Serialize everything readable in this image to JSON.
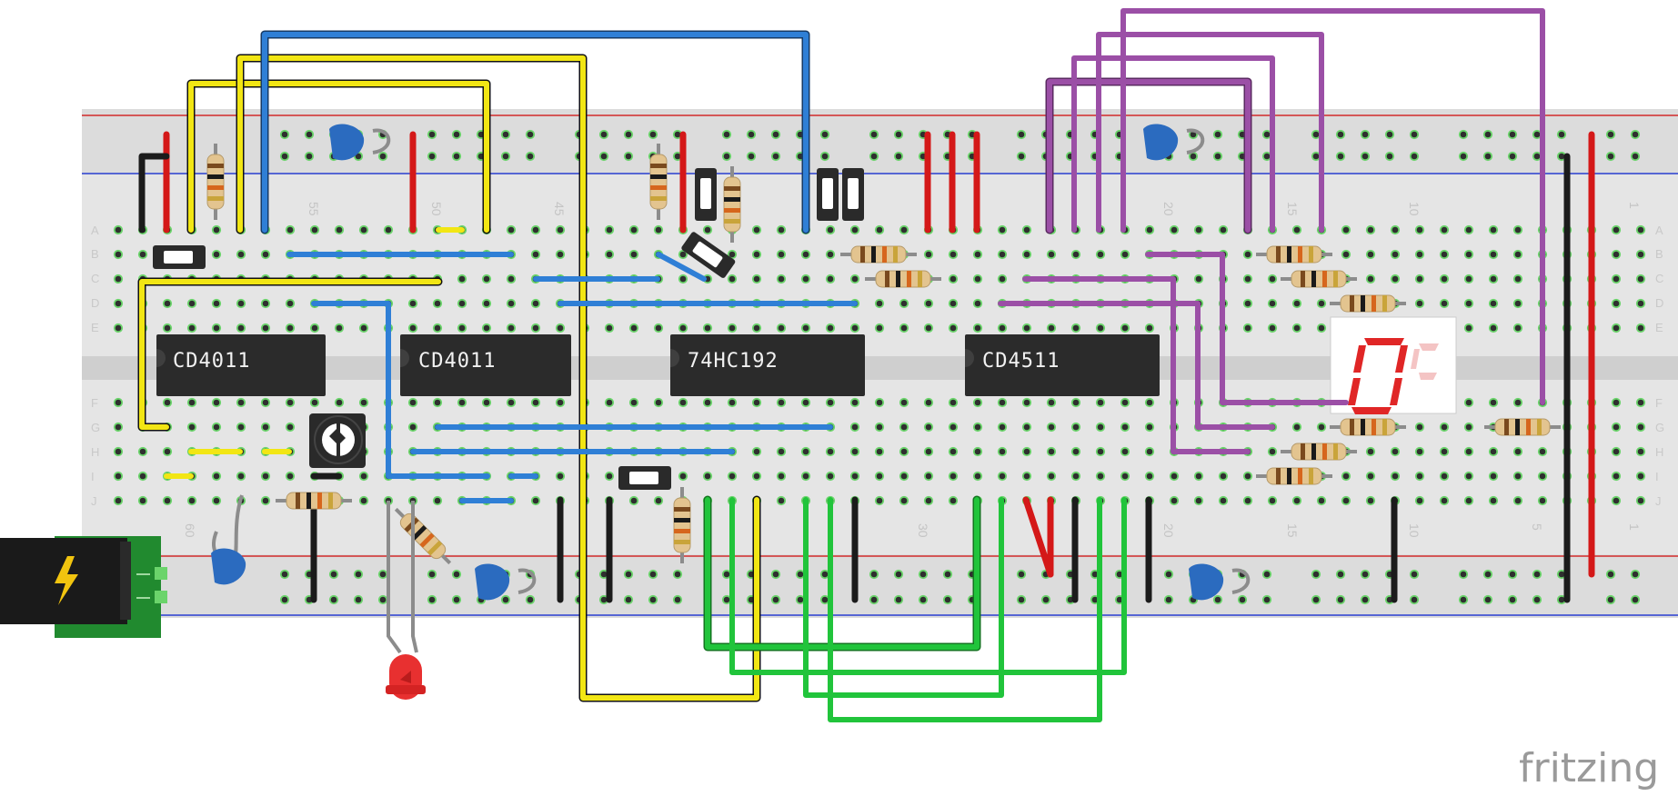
{
  "app": {
    "brand": "fritzing"
  },
  "breadboard": {
    "row_letters_left": [
      "A",
      "B",
      "C",
      "D",
      "E",
      "F",
      "G",
      "H",
      "I",
      "J"
    ],
    "row_letters_right": [
      "A",
      "B",
      "C",
      "D",
      "E",
      "F",
      "G",
      "H",
      "I",
      "J"
    ],
    "column_numbers_top": [
      "55",
      "50",
      "45",
      "20",
      "15",
      "10",
      "1"
    ],
    "column_numbers_bottom": [
      "60",
      "30",
      "20",
      "15",
      "10",
      "5",
      "1"
    ]
  },
  "chips": [
    {
      "label": "CD4011"
    },
    {
      "label": "CD4011"
    },
    {
      "label": "74HC192"
    },
    {
      "label": "CD4511"
    }
  ],
  "display": {
    "digit": "0"
  },
  "colors": {
    "board": "#e6e6e6",
    "rail_red": "#d22b2b",
    "rail_blue": "#2a3fd1",
    "wire_yellow": "#f2e614",
    "wire_blue": "#2f7fd6",
    "wire_green": "#21c43b",
    "wire_purple": "#9b4fa6",
    "wire_red": "#d41818",
    "wire_black": "#1b1b1b",
    "wire_grey": "#8c8c8c",
    "chip": "#2b2b2b",
    "capacitor": "#2b6bbf",
    "led": "#e83030",
    "power_jack": "#1a1a1a",
    "pcb_green": "#218a2f"
  },
  "icons": {
    "power": "lightning-bolt-icon"
  }
}
